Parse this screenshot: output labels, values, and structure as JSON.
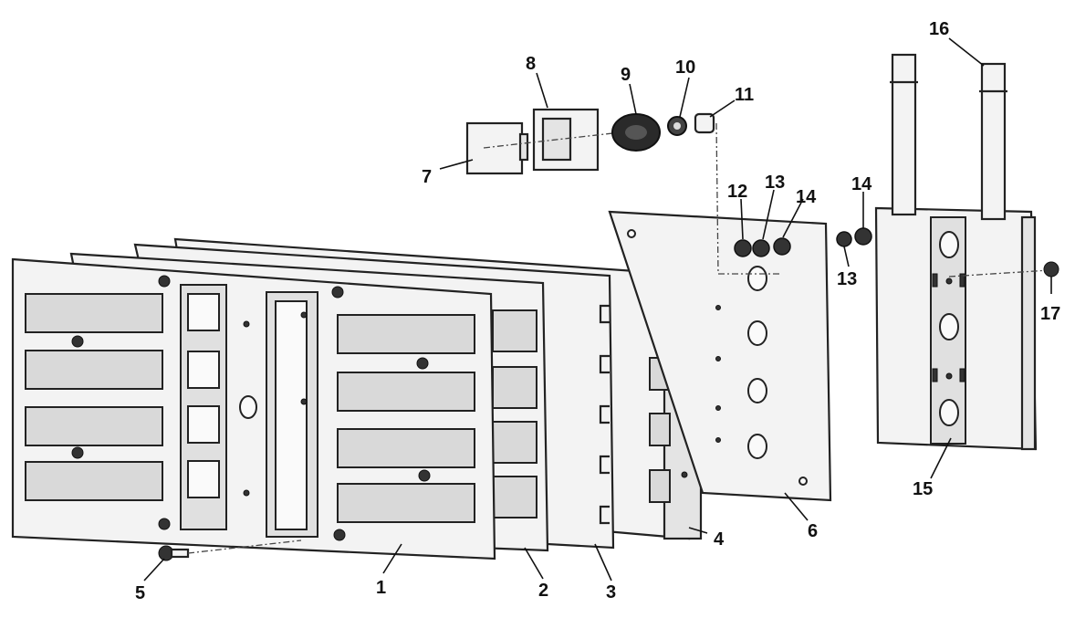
{
  "diagram": {
    "part_numbers": [
      "1",
      "2",
      "3",
      "4",
      "5",
      "6",
      "7",
      "8",
      "9",
      "10",
      "11",
      "12",
      "13",
      "14",
      "15",
      "16",
      "17"
    ],
    "extra_labels": {
      "second_13": "13",
      "second_14": "14"
    }
  }
}
